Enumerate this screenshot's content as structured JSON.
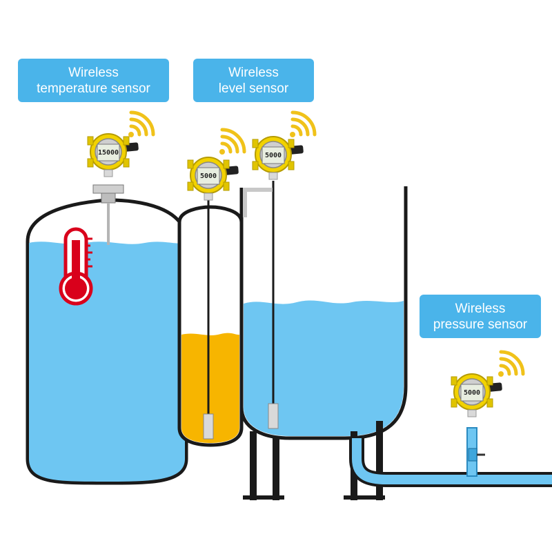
{
  "labels": {
    "temperature": {
      "line1": "Wireless",
      "line2": "temperature sensor"
    },
    "level": {
      "line1": "Wireless",
      "line2": "level sensor"
    },
    "pressure": {
      "line1": "Wireless",
      "line2": "pressure sensor"
    }
  },
  "sensors": {
    "temperature": {
      "reading": "15000"
    },
    "level_left": {
      "reading": "5000"
    },
    "level_right": {
      "reading": "5000"
    },
    "pressure": {
      "reading": "5000"
    }
  },
  "colors": {
    "label_bg": "#4ab4ea",
    "water": "#6ec6f2",
    "oil": "#f7b500",
    "sensor_body": "#f2d200",
    "thermometer": "#d9001b",
    "outline": "#1a1a1a",
    "signal": "#f0c21a"
  },
  "icons": [
    "wifi-signal-icon",
    "thermometer-icon"
  ]
}
